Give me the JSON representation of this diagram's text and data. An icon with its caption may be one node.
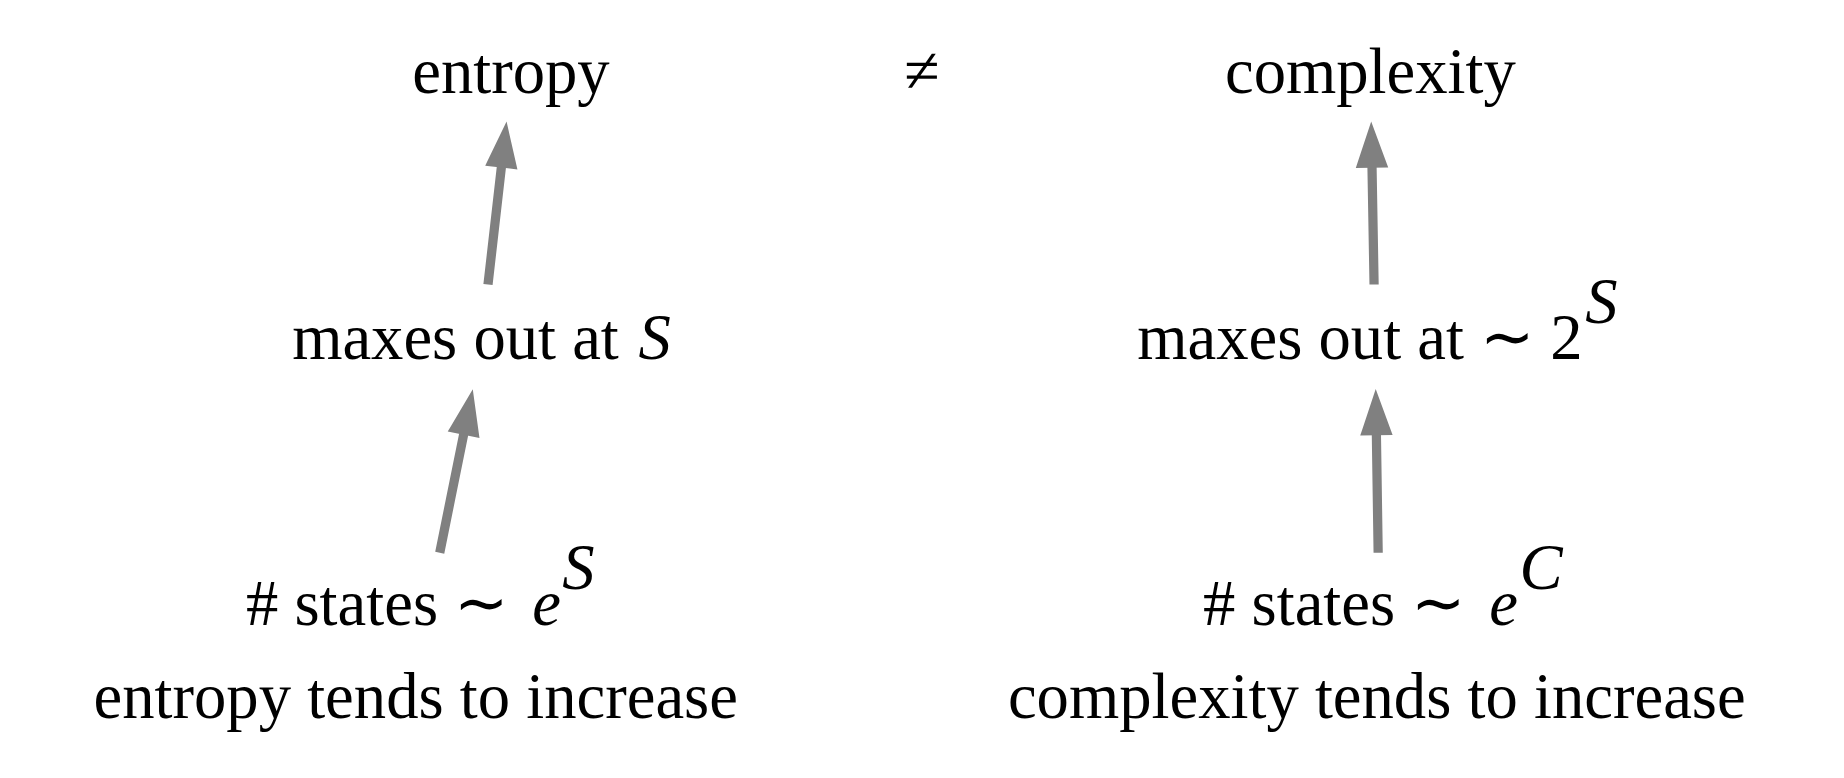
{
  "diagram": {
    "nodes": [
      {
        "text": [
          "entropy"
        ]
      },
      {
        "text": [
          "complexity"
        ]
      },
      {
        "text": [
          "maxes out at *S*"
        ]
      },
      {
        "text": [
          "maxes out at ∼ 2$^{S}$"
        ]
      },
      {
        "text": [
          "# states ∼ *e*$^{S}$"
        ],
        "beside": [
          "entropy tends to increase"
        ]
      },
      {
        "text": [
          "# states ∼ *e*$^{C}$"
        ],
        "beside": [
          "complexity tends to increase"
        ]
      }
    ],
    "edges": [
      {
        "from": 2,
        "to": 0,
        "arrow": "to"
      },
      {
        "from": 3,
        "to": 1,
        "arrow": "to"
      },
      {
        "from": 4,
        "to": 2,
        "arrow": "to"
      },
      {
        "from": 5,
        "to": 3,
        "arrow": "to"
      }
    ],
    "labels": [
      "≠"
    ]
  }
}
